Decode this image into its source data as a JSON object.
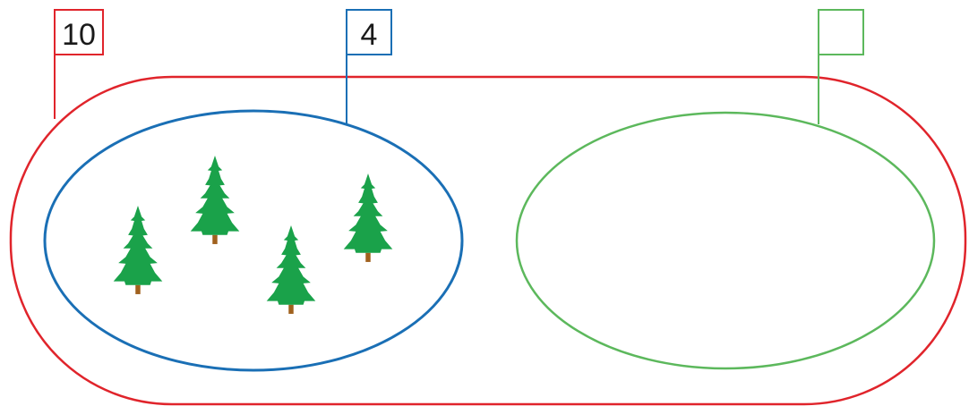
{
  "colors": {
    "whole": "#e0242b",
    "part_known": "#1a6fb5",
    "part_unknown": "#5cb85c",
    "tree_foliage": "#1aa24a",
    "tree_trunk": "#a0611e"
  },
  "labels": {
    "whole": "10",
    "part_known": "4",
    "part_unknown": ""
  },
  "known_set": {
    "item_icon": "pine-tree-icon",
    "item_count": 4
  },
  "unknown_set": {
    "item_count": null
  }
}
